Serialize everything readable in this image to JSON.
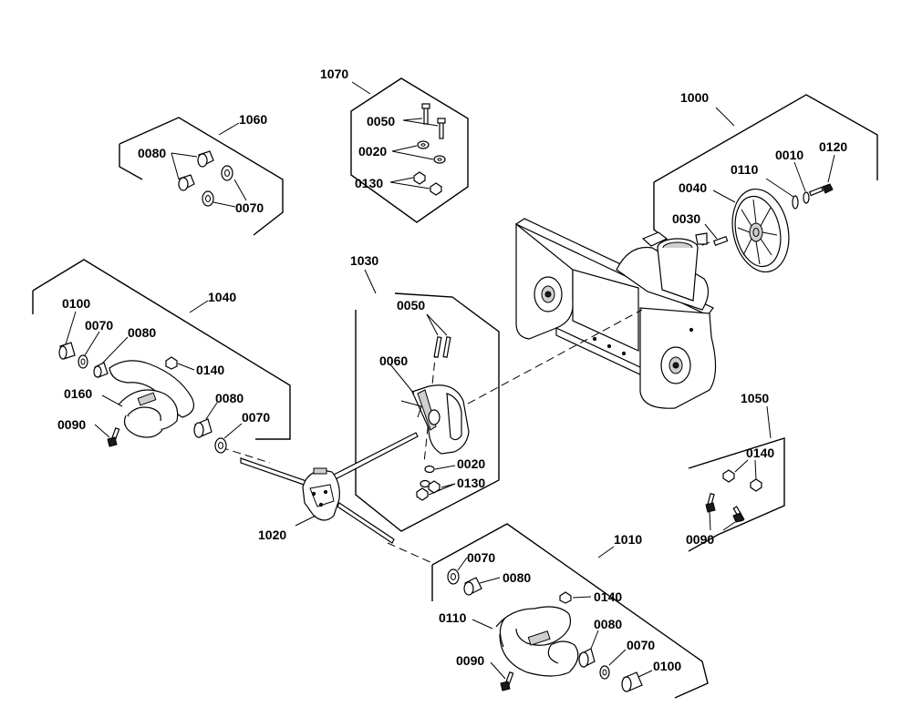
{
  "groups": {
    "g1000": "1000",
    "g1010": "1010",
    "g1020": "1020",
    "g1030": "1030",
    "g1040": "1040",
    "g1050": "1050",
    "g1060": "1060",
    "g1070": "1070"
  },
  "parts": {
    "p0010": "0010",
    "p0020": "0020",
    "p0030": "0030",
    "p0040": "0040",
    "p0050": "0050",
    "p0060": "0060",
    "p0070": "0070",
    "p0080": "0080",
    "p0090": "0090",
    "p0100": "0100",
    "p0110": "0110",
    "p0120": "0120",
    "p0130": "0130",
    "p0140": "0140",
    "p0160": "0160"
  }
}
